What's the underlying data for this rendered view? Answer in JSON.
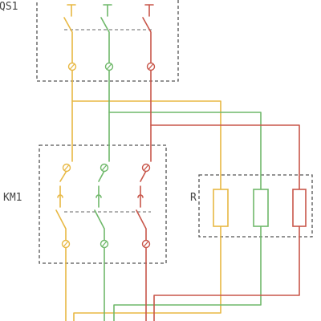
{
  "labels": {
    "qs1": "QS1",
    "km1": "KM1",
    "r": "R"
  },
  "phase_colors": {
    "phase_a": "#e8b843",
    "phase_b": "#6fb86a",
    "phase_c": "#c8564a"
  },
  "components": {
    "disconnect_switch": {
      "label_key": "qs1",
      "poles": 3
    },
    "contactor": {
      "label_key": "km1",
      "poles": 3
    },
    "resistor_bank": {
      "label_key": "r",
      "resistors": 3
    }
  }
}
